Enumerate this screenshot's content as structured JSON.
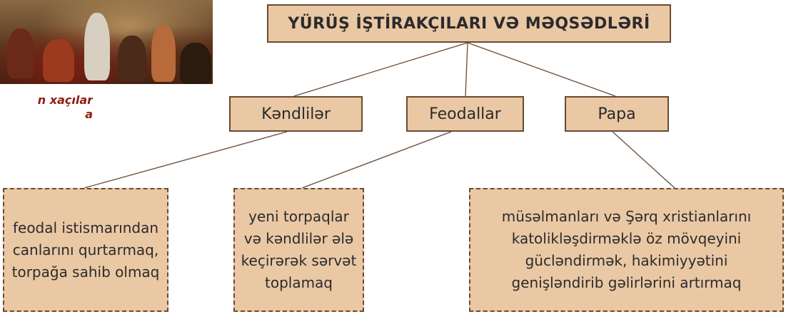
{
  "photo": {
    "caption_lines": [
      "n xaçılar",
      "a"
    ]
  },
  "diagram": {
    "title": "YÜRÜŞ İŞTİRAKÇILARI VƏ MƏQSƏDLƏRİ",
    "participants": [
      {
        "label": "Kəndlilər"
      },
      {
        "label": "Feodallar"
      },
      {
        "label": "Papa"
      }
    ],
    "goals": [
      {
        "lines": [
          "feodal istismarından",
          "canlarını qurtarmaq,",
          "torpağa sahib olmaq"
        ]
      },
      {
        "lines": [
          "yeni torpaqlar",
          "və kəndlilər ələ",
          "keçirərək sərvət",
          "toplamaq"
        ]
      },
      {
        "lines": [
          "müsəlmanları və Şərq xristianlarını",
          "katolikləşdirməklə öz mövqeyini",
          "gücləndirmək, hakimiyyətini",
          "genişləndirib gəlirlərini artırmaq"
        ]
      }
    ]
  },
  "colors": {
    "box_fill": "#eac8a4",
    "box_border": "#6a4a34",
    "line": "#6a4a34",
    "caption": "#8b1e14"
  }
}
